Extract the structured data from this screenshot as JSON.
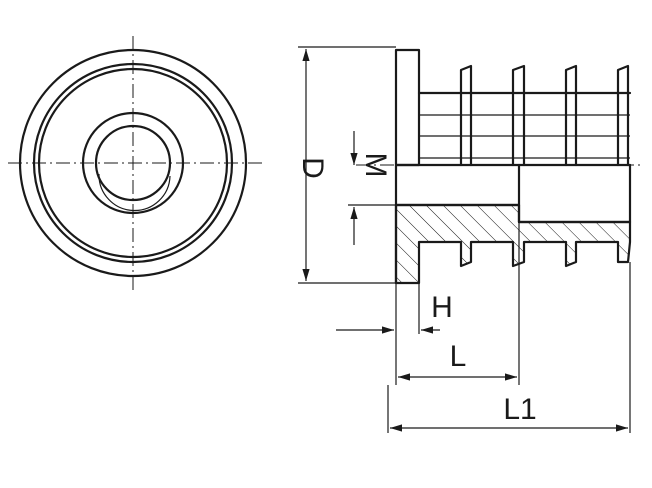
{
  "labels": {
    "D": "D",
    "M": "M",
    "H": "H",
    "L": "L",
    "L1": "L1"
  }
}
